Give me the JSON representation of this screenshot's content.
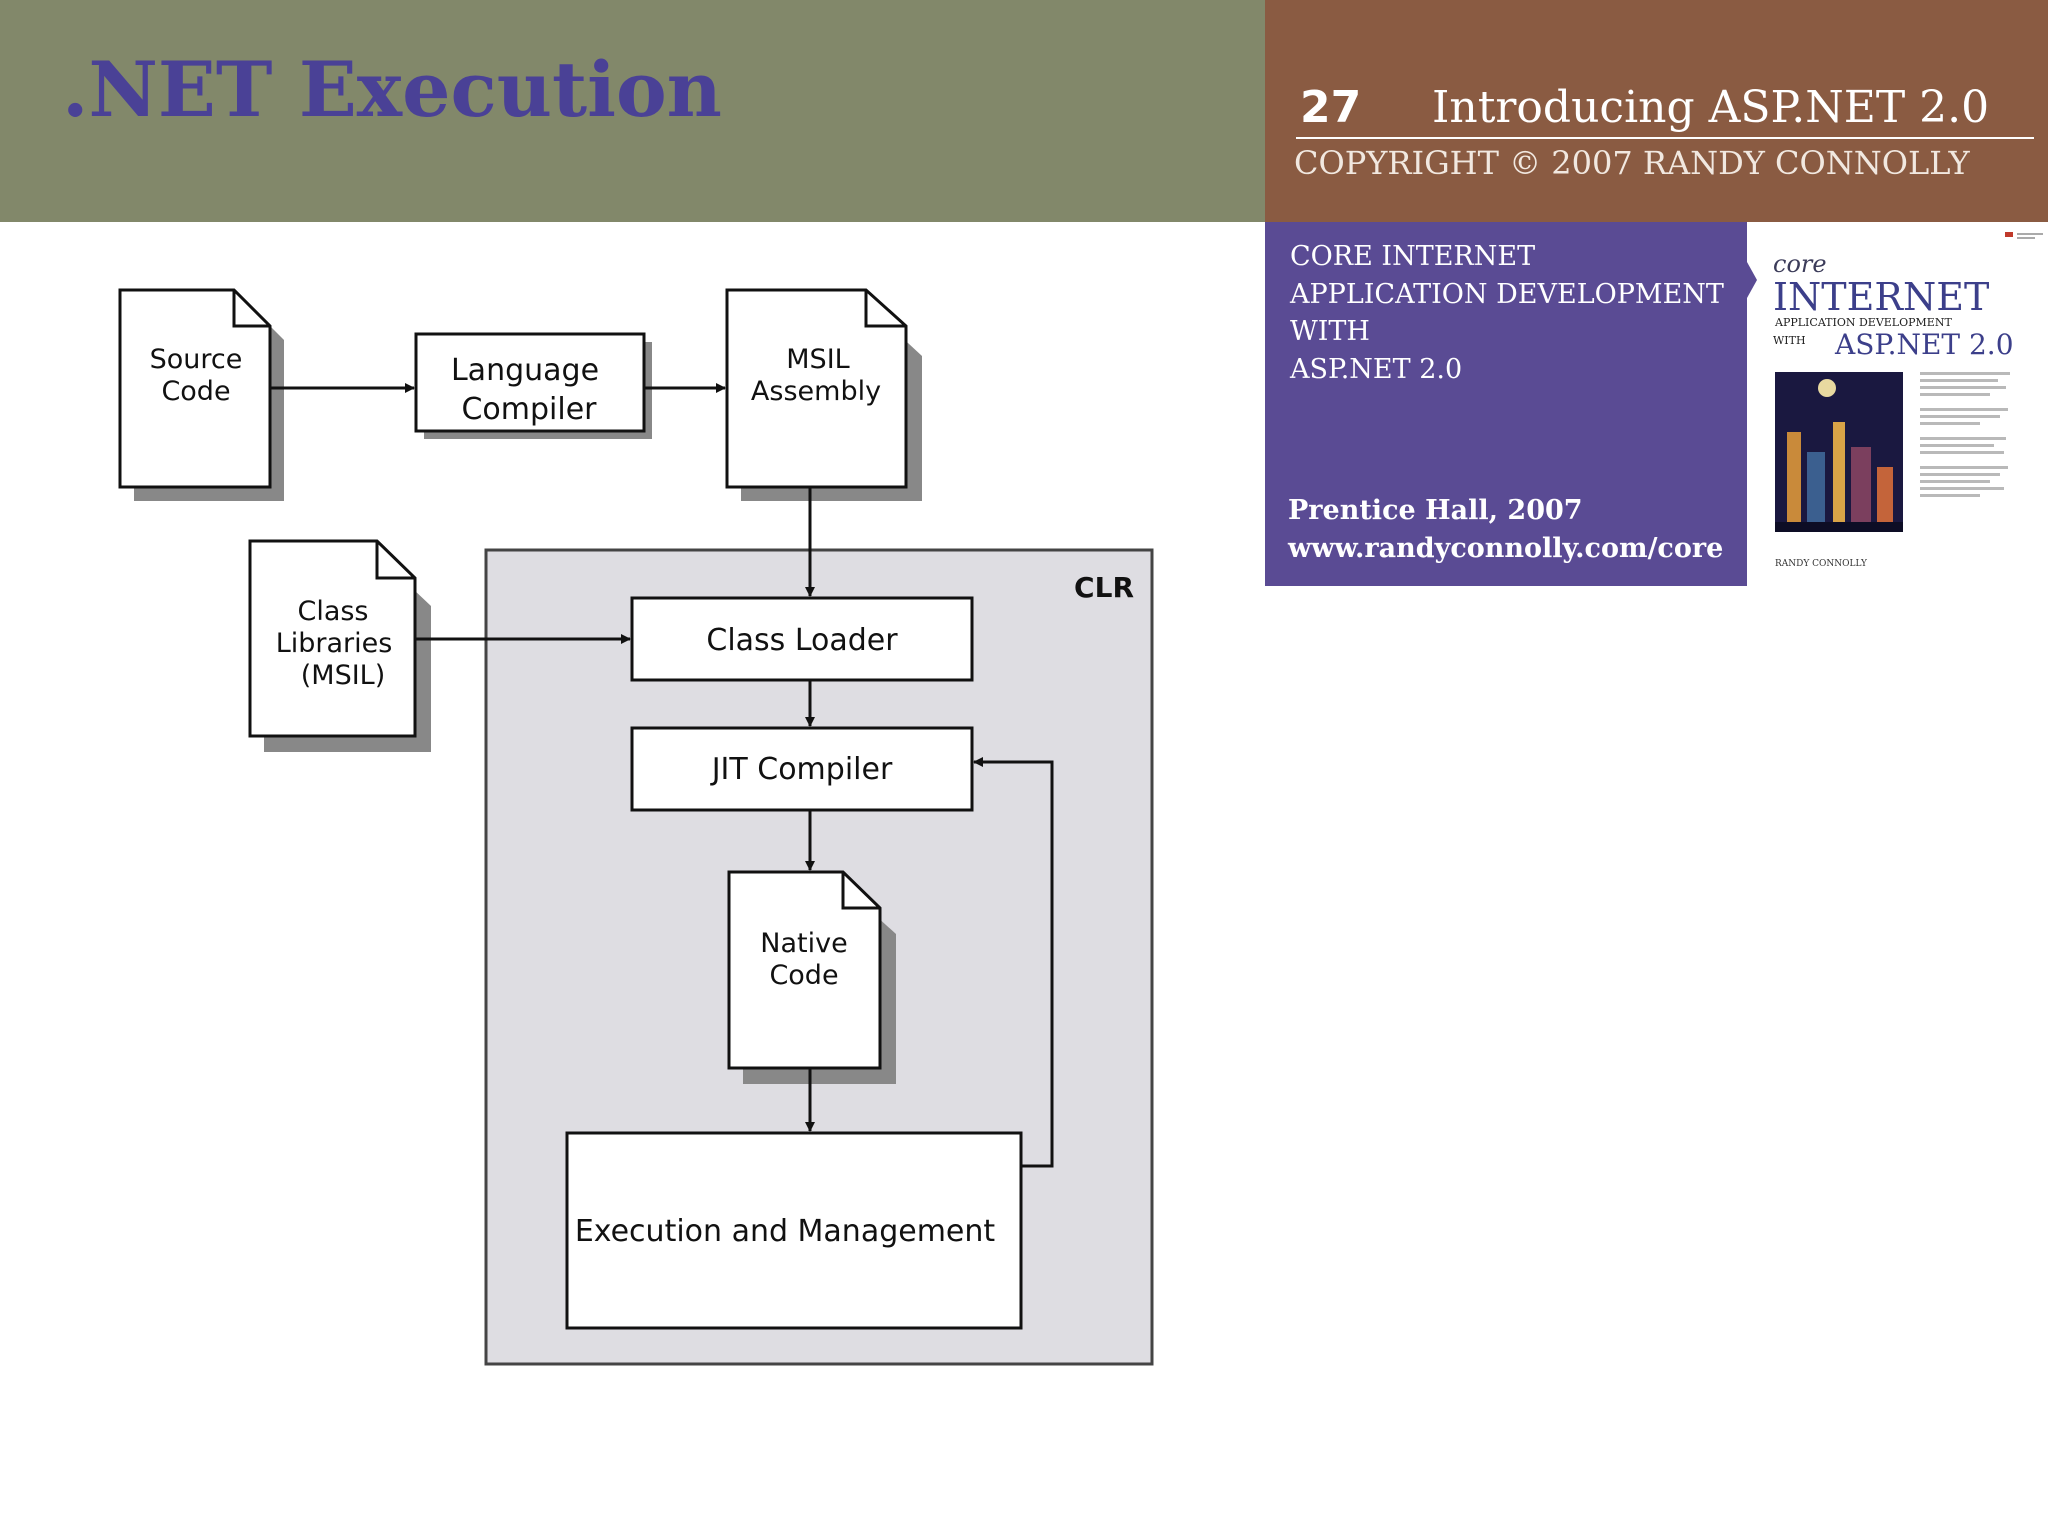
{
  "header": {
    "title": ".NET Execution",
    "slide_number": "27",
    "book_heading": "Introducing ASP.NET 2.0",
    "copyright": "COPYRIGHT © 2007 RANDY CONNOLLY",
    "colors": {
      "left_bar": "#82886a",
      "right_bar": "#8a5b42",
      "title": "#4a4196"
    }
  },
  "book": {
    "title_lines": [
      "CORE INTERNET",
      "APPLICATION DEVELOPMENT",
      "WITH",
      "ASP.NET 2.0"
    ],
    "publisher": "Prentice Hall, 2007",
    "website": "www.randyconnolly.com/core",
    "panel_color": "#5a4b94",
    "cover": {
      "brand": "core",
      "title": "INTERNET",
      "subtitle": "APPLICATION DEVELOPMENT",
      "with": "WITH",
      "tech": "ASP.NET 2.0",
      "author": "RANDY CONNOLLY"
    }
  },
  "diagram": {
    "nodes": {
      "source_code": [
        "Source",
        "Code"
      ],
      "language_compiler": [
        "Language",
        "Compiler"
      ],
      "msil_assembly": [
        "MSIL",
        "Assembly"
      ],
      "class_libraries": [
        "Class",
        "Libraries",
        "(MSIL)"
      ],
      "clr": "CLR",
      "class_loader": "Class Loader",
      "jit_compiler": "JIT Compiler",
      "native_code": [
        "Native",
        "Code"
      ],
      "execution": "Execution and Management"
    },
    "clr_fill": "#dedde2"
  }
}
